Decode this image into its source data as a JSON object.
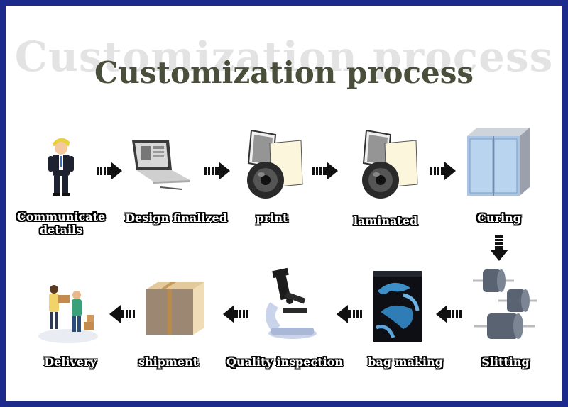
{
  "title": "Customization process",
  "title_shadow": "Customization process",
  "steps": [
    {
      "label": "Communicate\ndetails",
      "icon": "person-icon"
    },
    {
      "label": "Design finalized",
      "icon": "laptop-icon"
    },
    {
      "label": "print",
      "icon": "print-roll-icon"
    },
    {
      "label": "laminated",
      "icon": "lamination-roll-icon"
    },
    {
      "label": "Curing",
      "icon": "curing-box-icon"
    },
    {
      "label": "Slitting",
      "icon": "slitting-rollers-icon"
    },
    {
      "label": "bag making",
      "icon": "pouch-icon"
    },
    {
      "label": "Quality inspection",
      "icon": "microscope-icon"
    },
    {
      "label": "shipment",
      "icon": "cardboard-box-icon"
    },
    {
      "label": "Delivery",
      "icon": "delivery-people-icon"
    }
  ],
  "colors": {
    "border": "#1c2a8c",
    "title": "#4a4f3c",
    "arrow": "#111111"
  }
}
